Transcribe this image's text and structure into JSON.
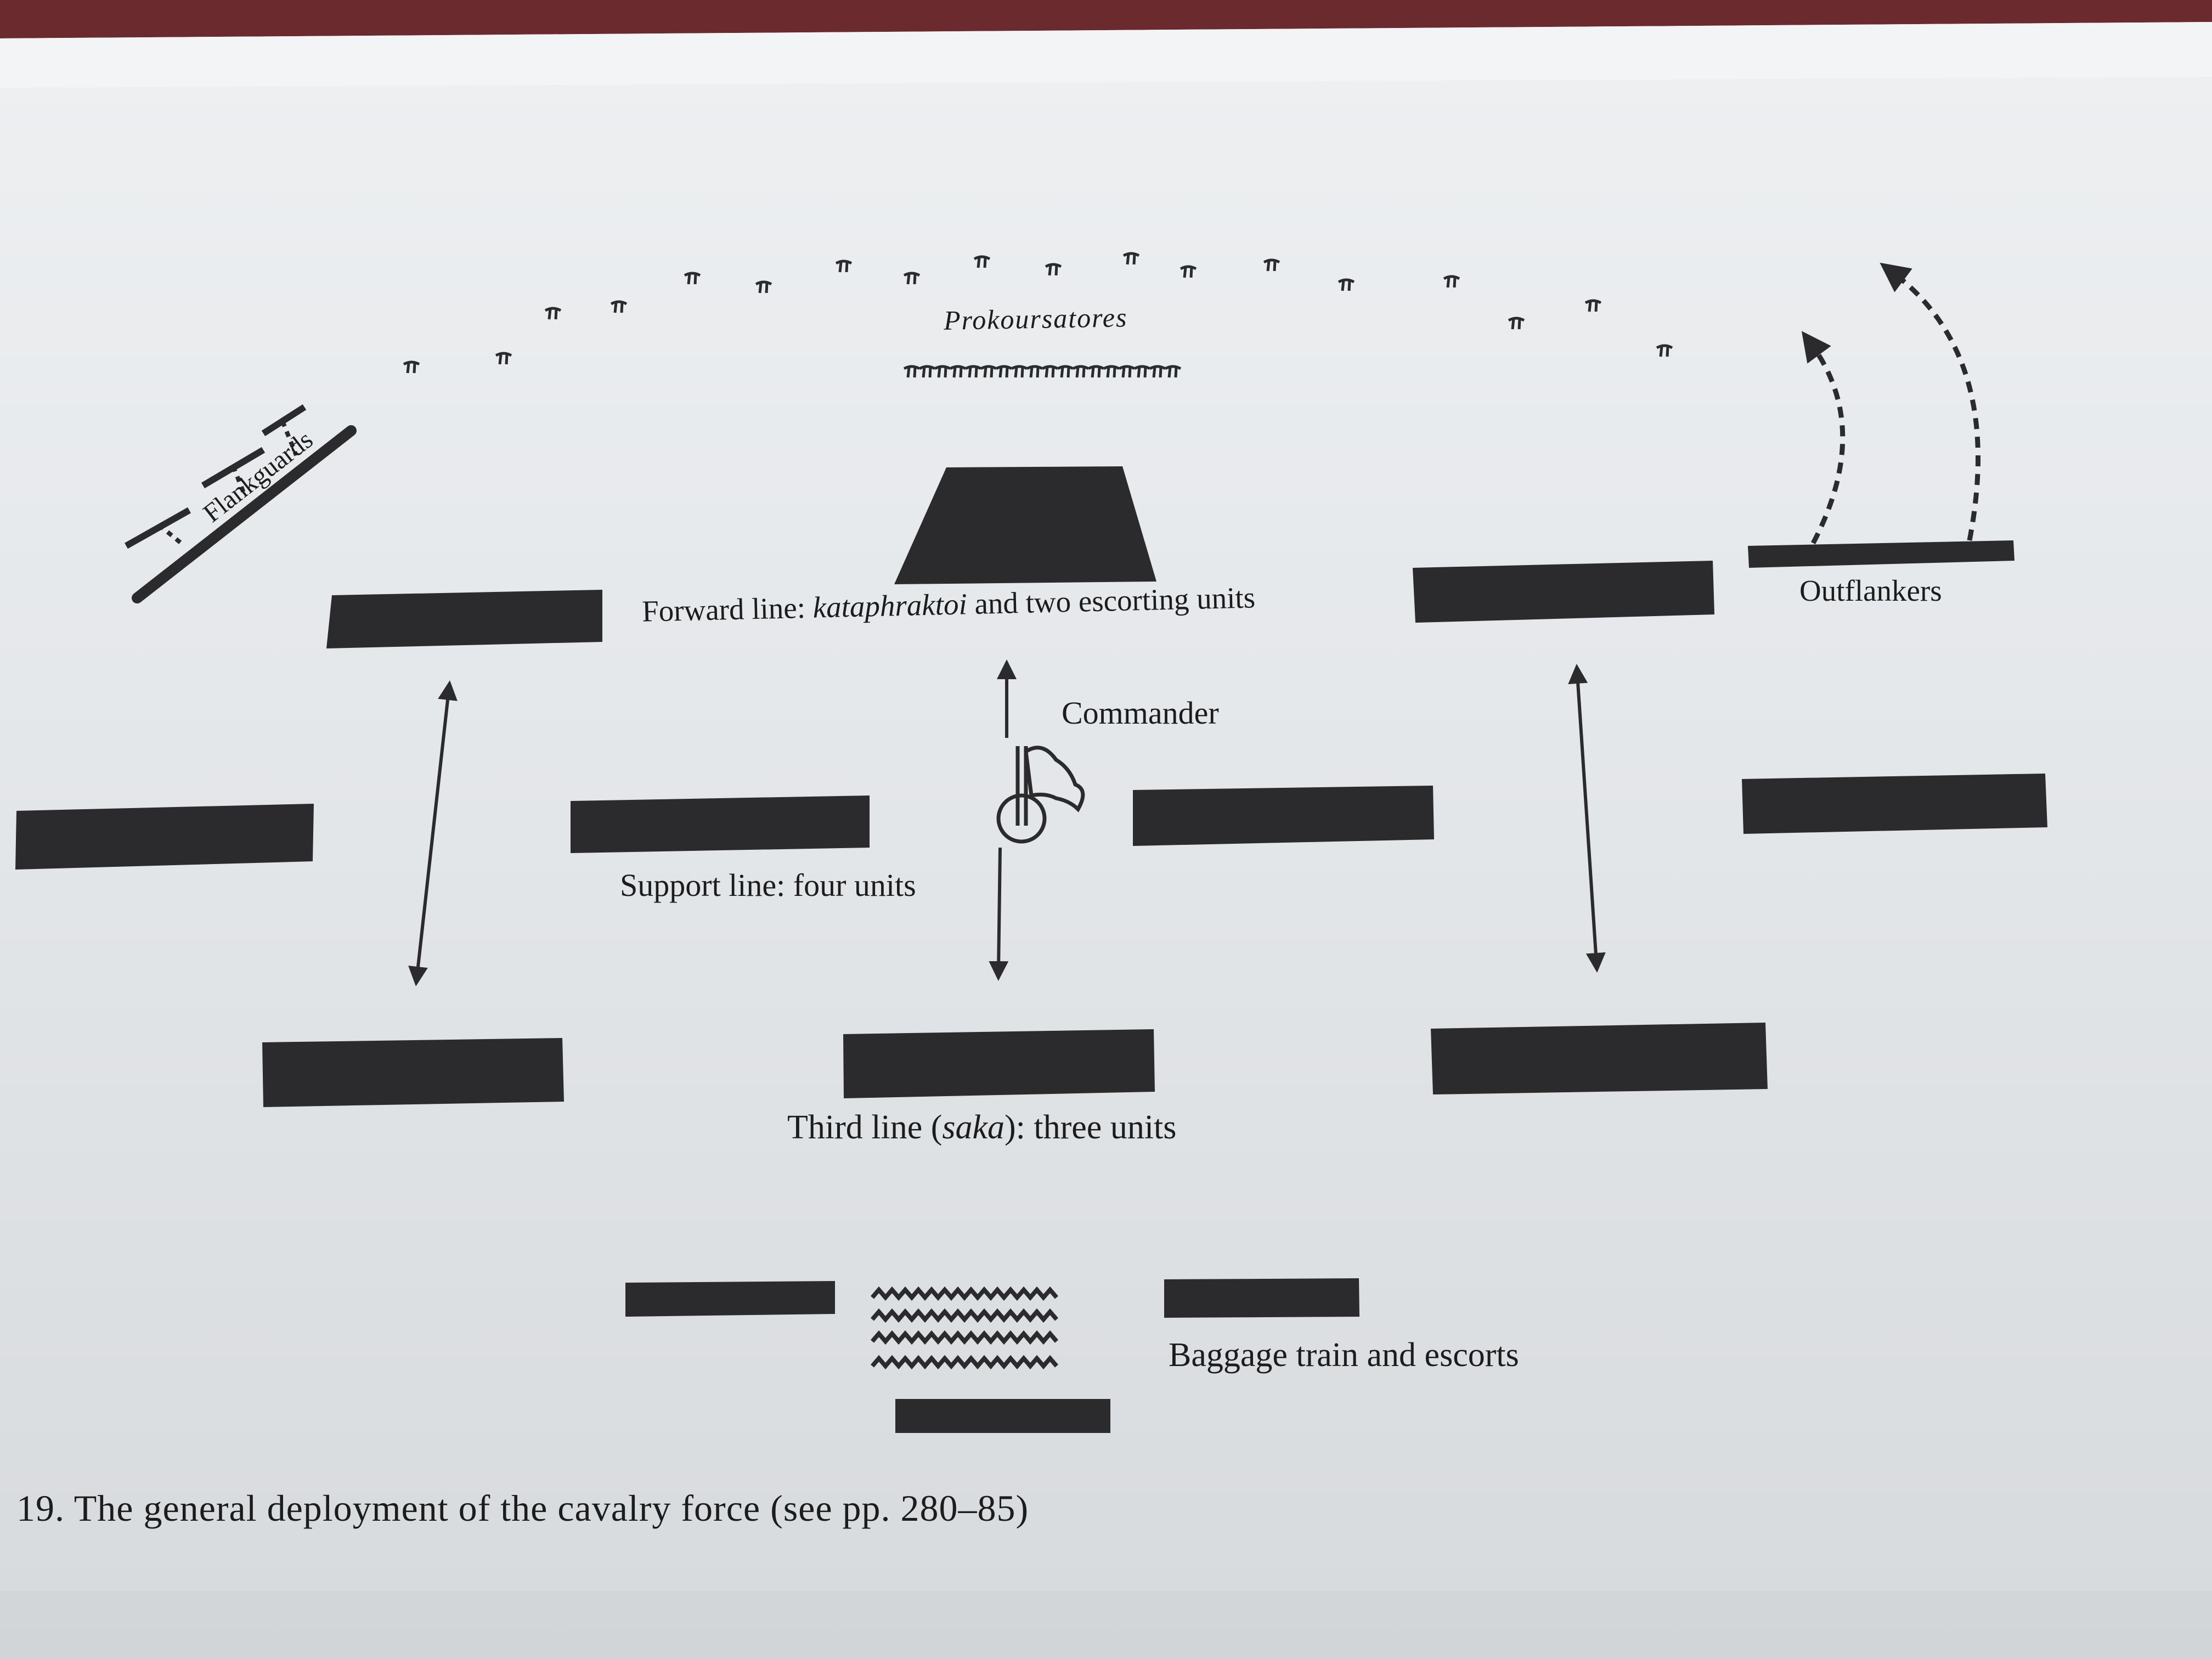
{
  "diagram": {
    "title": "19. The general deployment of the cavalry force (see pp. 280–85)",
    "labels": {
      "prokoursatores": "Prokoursatores",
      "flankguards": "Flankguards",
      "forward_prefix": "Forward line: ",
      "forward_italic": "kataphraktoi",
      "forward_suffix": " and two escorting units",
      "commander": "Commander",
      "support": "Support line: four units",
      "third_prefix": "Third line (",
      "third_italic": "saka",
      "third_suffix": "): three units",
      "baggage": "Baggage train and escorts",
      "outflankers": "Outflankers"
    },
    "colors": {
      "paper": "#e4e7ea",
      "ink": "#2b2a2c",
      "text": "#1c1c1c"
    }
  }
}
